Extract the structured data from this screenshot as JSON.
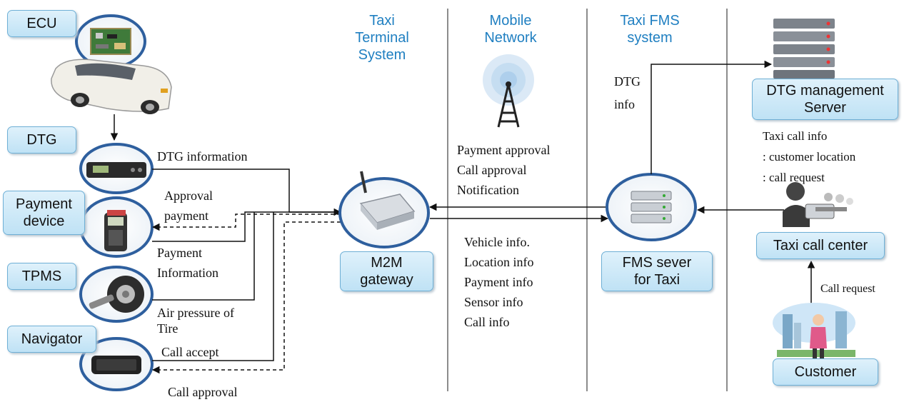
{
  "headers": {
    "terminal": "Taxi\nTerminal\nSystem",
    "mobile": "Mobile\nNetwork",
    "fms": "Taxi FMS\nsystem"
  },
  "labels": {
    "ecu": "ECU",
    "dtg": "DTG",
    "payment_device": "Payment\ndevice",
    "tpms": "TPMS",
    "navigator": "Navigator",
    "m2m_gateway": "M2M\ngateway",
    "fms_server": "FMS sever\nfor Taxi",
    "dtg_server": "DTG management\nServer",
    "call_center": "Taxi call center",
    "customer": "Customer"
  },
  "annotations": {
    "dtg_information": "DTG information",
    "approval_payment": [
      "Approval",
      "payment"
    ],
    "payment_information": [
      "Payment",
      "Information"
    ],
    "air_pressure": [
      "Air pressure  of",
      "Tire"
    ],
    "call_accept": "Call accept",
    "call_approval": "Call approval",
    "downlink": [
      "Payment approval",
      "Call approval",
      "Notification"
    ],
    "uplink": [
      "Vehicle info.",
      "Location info",
      "Payment info",
      "Sensor info",
      "Call info"
    ],
    "dtg_info": [
      "DTG",
      "info"
    ],
    "taxi_call_info": [
      "Taxi call  info",
      ": customer location",
      ": call request"
    ],
    "call_request": "Call request"
  },
  "colors": {
    "header": "#1f7fc1",
    "label_fill": "#cde9f8",
    "label_border": "#6fb0d6",
    "ring": "#2e5f9e",
    "divider": "#8c8c8c"
  }
}
